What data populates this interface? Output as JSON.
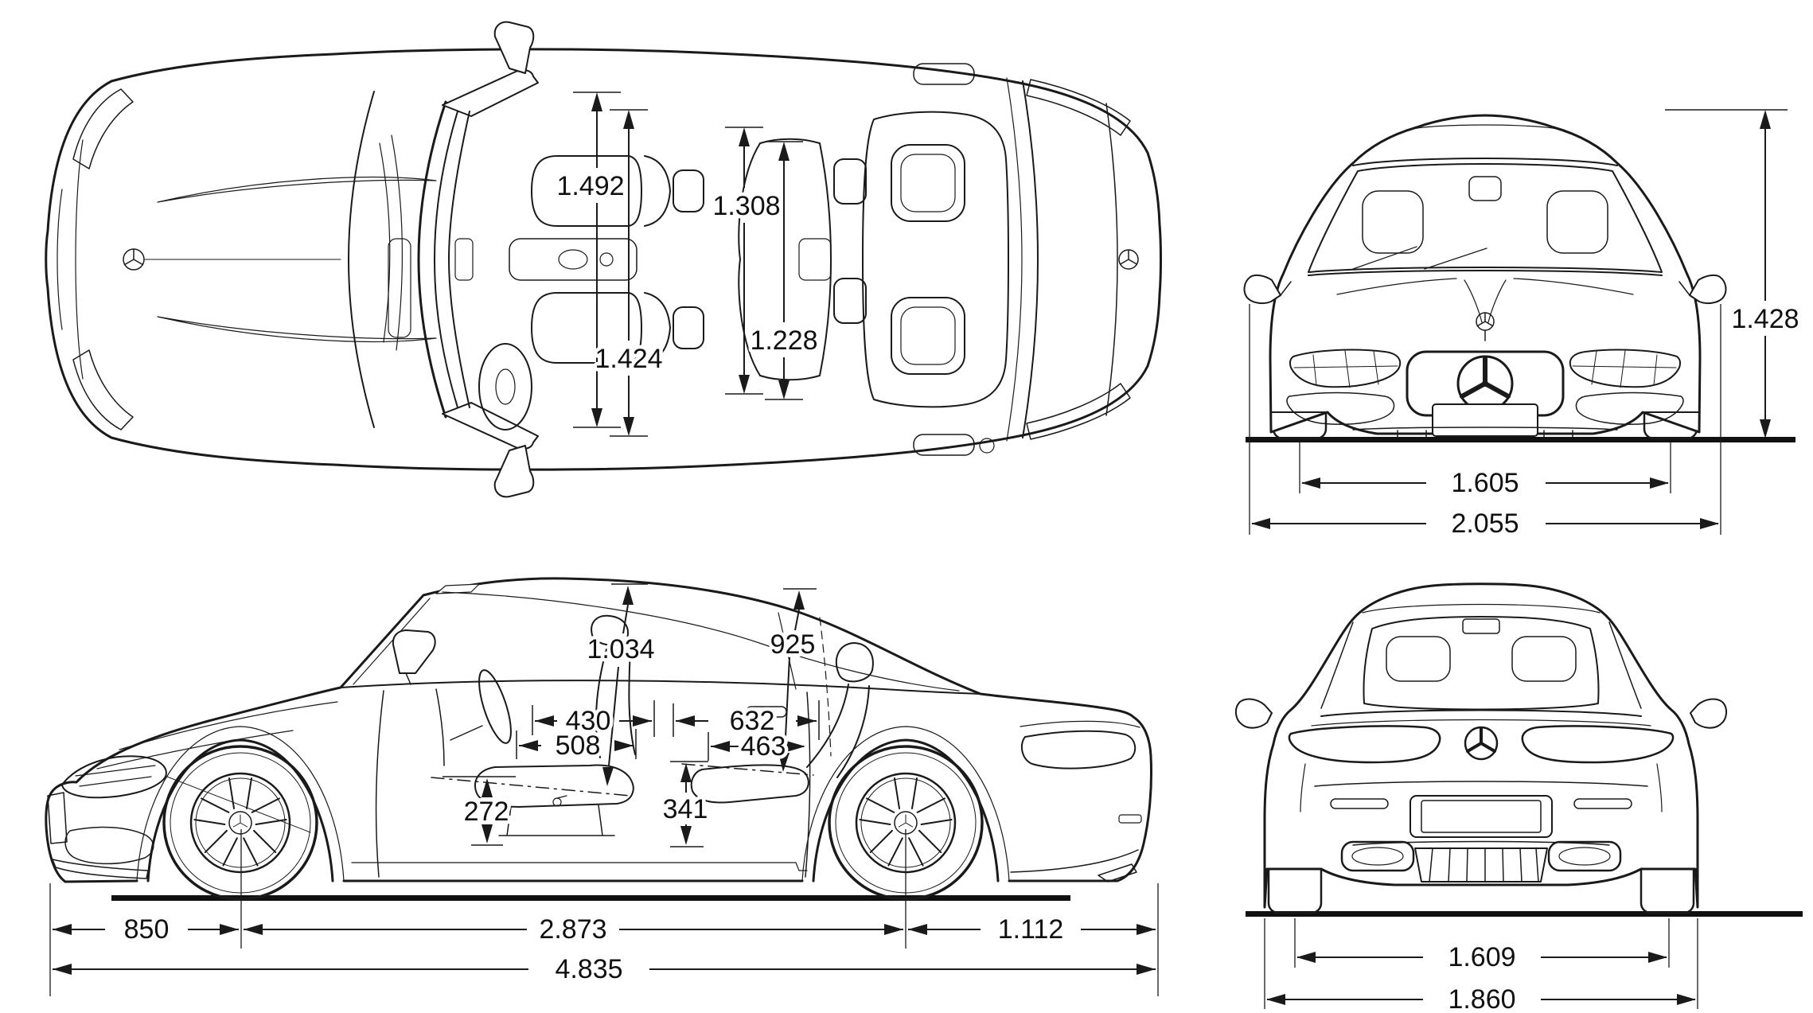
{
  "views": {
    "top": {
      "dims": {
        "front_elbow_width": "1.492",
        "rear_elbow_width": "1.308",
        "front_shoulder_width": "1.424",
        "rear_shoulder_width": "1.228"
      }
    },
    "front": {
      "dims": {
        "overall_height": "1.428",
        "front_track": "1.605",
        "overall_width_incl_mirrors": "2.055"
      }
    },
    "side": {
      "dims": {
        "front_headroom": "1.034",
        "rear_headroom": "925",
        "front_legroom": "430",
        "front_seat_depth": "508",
        "rear_legroom": "632",
        "rear_seat_depth": "463",
        "front_seat_height": "272",
        "rear_seat_height": "341",
        "front_overhang": "850",
        "wheelbase": "2.873",
        "rear_overhang": "1.112",
        "overall_length": "4.835"
      }
    },
    "rear": {
      "dims": {
        "rear_track": "1.609",
        "rear_body_width": "1.860"
      }
    }
  }
}
